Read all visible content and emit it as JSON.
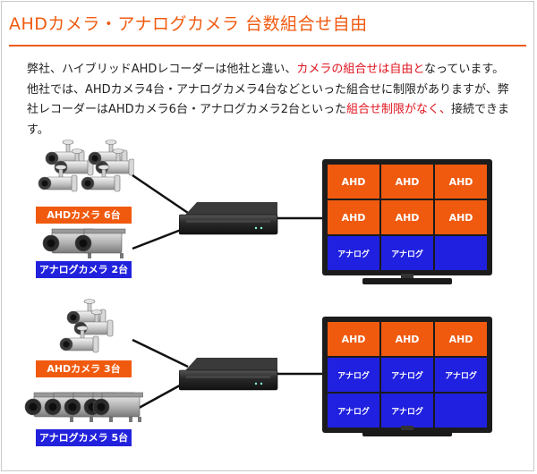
{
  "title": "AHDカメラ・アナログカメラ 台数組合せ自由",
  "description": {
    "part1": "弊社、ハイブリッドAHDレコーダーは他社と違い、",
    "highlight1": "カメラの組合せは自由と",
    "part2": "なっています。他社では、AHDカメラ4台・アナログカメラ4台などといった組合せに制限がありますが、弊社レコーダーはAHDカメラ6台・アナログカメラ2台といった",
    "highlight2": "組合せ制限がなく、",
    "part3": "接続できます。"
  },
  "colors": {
    "accent": "#f05a0f",
    "highlight_text": "#e0141e",
    "analog_blue": "#2020e0"
  },
  "example1": {
    "ahd_label": "AHDカメラ 6台",
    "analog_label": "アナログカメラ 2台",
    "screen": [
      [
        "AHD",
        "AHD",
        "AHD"
      ],
      [
        "AHD",
        "AHD",
        "AHD"
      ],
      [
        "アナログ",
        "アナログ",
        ""
      ]
    ]
  },
  "example2": {
    "ahd_label": "AHDカメラ 3台",
    "analog_label": "アナログカメラ 5台",
    "screen": [
      [
        "AHD",
        "AHD",
        "AHD"
      ],
      [
        "アナログ",
        "アナログ",
        "アナログ"
      ],
      [
        "アナログ",
        "アナログ",
        ""
      ]
    ]
  },
  "icons": [
    "bullet-camera-icon",
    "box-camera-icon",
    "dvr-recorder-icon",
    "monitor-icon"
  ]
}
